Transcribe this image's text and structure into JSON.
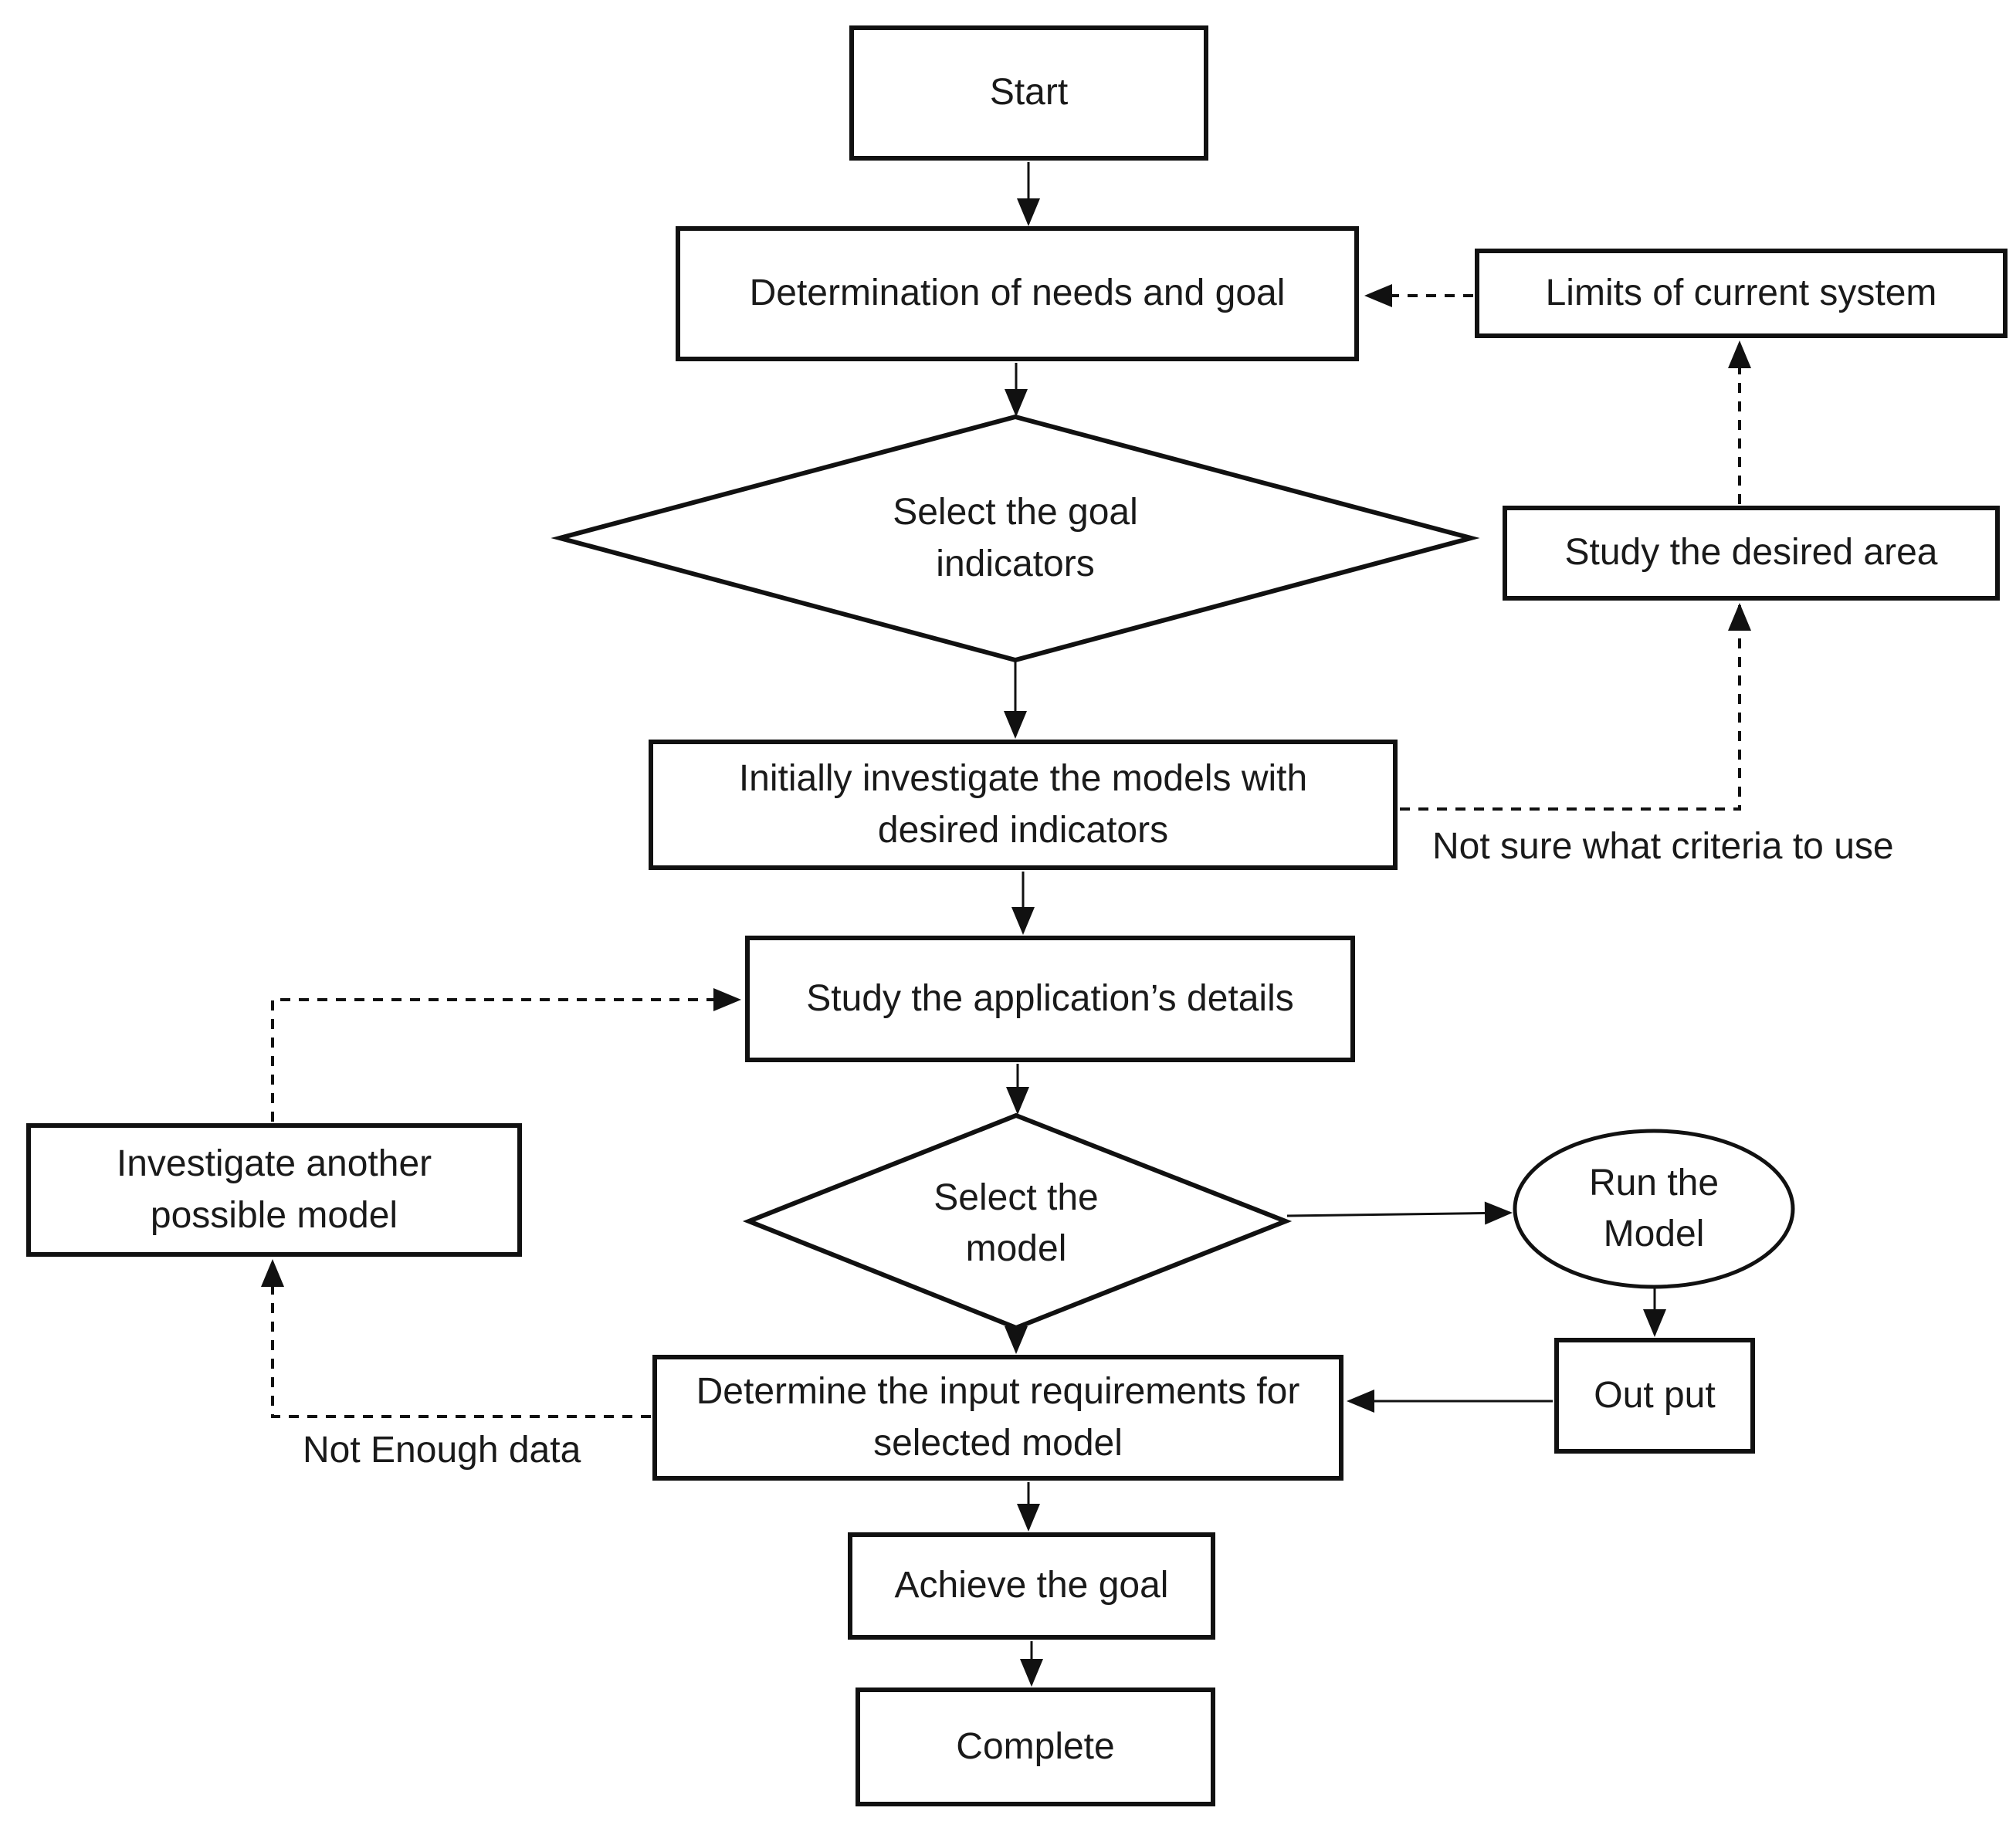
{
  "diagram": {
    "colors": {
      "line": "#111111",
      "text": "#1a1a1a",
      "background": "#ffffff"
    },
    "nodes": {
      "start": {
        "shape": "rect",
        "label": "Start"
      },
      "determination": {
        "shape": "rect",
        "label": "Determination of needs and goal"
      },
      "limits": {
        "shape": "rect",
        "label": "Limits of current system"
      },
      "select_goal": {
        "shape": "diamond",
        "label": "Select the goal\nindicators"
      },
      "study_area": {
        "shape": "rect",
        "label": "Study the desired area"
      },
      "initially": {
        "shape": "rect",
        "label": "Initially investigate the models with\ndesired indicators"
      },
      "study_details": {
        "shape": "rect",
        "label": "Study the application’s details"
      },
      "investigate_another": {
        "shape": "rect",
        "label": "Investigate another\npossible model"
      },
      "select_model": {
        "shape": "diamond",
        "label": "Select the\nmodel"
      },
      "run_model": {
        "shape": "ellipse",
        "label": "Run the\nModel"
      },
      "output": {
        "shape": "rect",
        "label": "Out put"
      },
      "determine_input": {
        "shape": "rect",
        "label": "Determine the input requirements for\nselected model"
      },
      "achieve": {
        "shape": "rect",
        "label": "Achieve the goal"
      },
      "complete": {
        "shape": "rect",
        "label": "Complete"
      }
    },
    "edge_labels": {
      "not_sure": "Not sure what criteria to use",
      "not_enough": "Not Enough data"
    }
  }
}
